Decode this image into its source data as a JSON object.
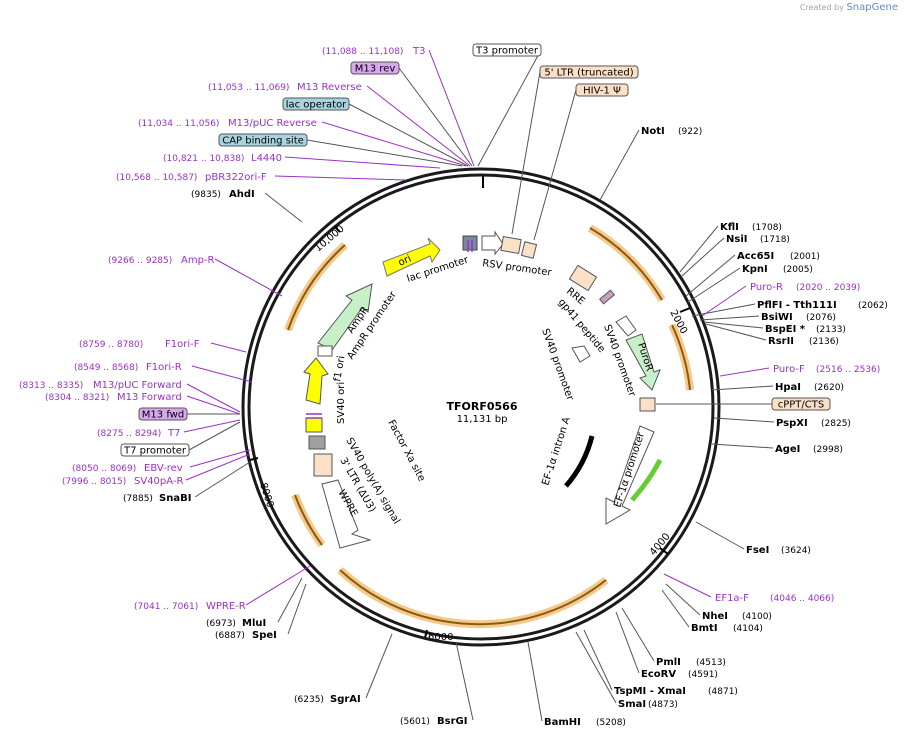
{
  "credit": {
    "prefix": "Created by",
    "brand": "SnapGene"
  },
  "plasmid": {
    "name": "TFORF0566",
    "length": "11,131 bp"
  },
  "ticks": [
    "2000",
    "4000",
    "6000",
    "8000",
    "10,000"
  ],
  "colors": {
    "primer": "#9b30c8",
    "site": "#000000",
    "ring": "#1a1a1a",
    "orf_outline": "#f4c98a",
    "orf_arrow": "#8a5a10"
  },
  "sites": [
    {
      "name": "NotI",
      "pos": "(922)",
      "bold": true
    },
    {
      "name": "KflI",
      "pos": "(1708)",
      "bold": true
    },
    {
      "name": "NsiI",
      "pos": "(1718)",
      "bold": true
    },
    {
      "name": "Acc65I",
      "pos": "(2001)",
      "bold": true
    },
    {
      "name": "KpnI",
      "pos": "(2005)",
      "bold": true
    },
    {
      "name": "PflFI - Tth111I",
      "pos": "(2062)",
      "bold": true
    },
    {
      "name": "BsiWI",
      "pos": "(2076)",
      "bold": true
    },
    {
      "name": "BspEI *",
      "pos": "(2133)",
      "bold": true
    },
    {
      "name": "RsrII",
      "pos": "(2136)",
      "bold": true
    },
    {
      "name": "HpaI",
      "pos": "(2620)",
      "bold": true
    },
    {
      "name": "PspXI",
      "pos": "(2825)",
      "bold": true
    },
    {
      "name": "AgeI",
      "pos": "(2998)",
      "bold": true
    },
    {
      "name": "FseI",
      "pos": "(3624)",
      "bold": true
    },
    {
      "name": "NheI",
      "pos": "(4100)",
      "bold": true
    },
    {
      "name": "BmtI",
      "pos": "(4104)",
      "bold": true
    },
    {
      "name": "PmlI",
      "pos": "(4513)",
      "bold": true
    },
    {
      "name": "EcoRV",
      "pos": "(4591)",
      "bold": true
    },
    {
      "name": "TspMI - XmaI",
      "pos": "(4871)",
      "bold": true
    },
    {
      "name": "SmaI",
      "pos": "(4873)",
      "bold": true
    },
    {
      "name": "BamHI",
      "pos": "(5208)",
      "bold": true
    },
    {
      "name": "BsrGI",
      "pos": "(5601)",
      "bold": true
    },
    {
      "name": "SgrAI",
      "pos": "(6235)",
      "bold": true
    },
    {
      "name": "MluI",
      "pos": "(6973)",
      "bold": true
    },
    {
      "name": "SpeI",
      "pos": "(6887)",
      "bold": true
    },
    {
      "name": "SnaBI",
      "pos": "(7885)",
      "bold": true
    },
    {
      "name": "AhdI",
      "pos": "(9835)",
      "bold": true
    }
  ],
  "primers": [
    {
      "name": "T3",
      "range": "(11,088 .. 11,108)"
    },
    {
      "name": "M13 Reverse",
      "range": "(11,053 .. 11,069)"
    },
    {
      "name": "M13/pUC Reverse",
      "range": "(11,034 .. 11,056)"
    },
    {
      "name": "L4440",
      "range": "(10,821 .. 10,838)"
    },
    {
      "name": "pBR322ori-F",
      "range": "(10,568 .. 10,587)"
    },
    {
      "name": "Amp-R",
      "range": "(9266 .. 9285)"
    },
    {
      "name": "F1ori-F",
      "range": "(8759 .. 8780)"
    },
    {
      "name": "F1ori-R",
      "range": "(8549 .. 8568)"
    },
    {
      "name": "M13/pUC Forward",
      "range": "(8313 .. 8335)"
    },
    {
      "name": "M13 Forward",
      "range": "(8304 .. 8321)"
    },
    {
      "name": "T7",
      "range": "(8275 .. 8294)"
    },
    {
      "name": "EBV-rev",
      "range": "(8050 .. 8069)"
    },
    {
      "name": "SV40pA-R",
      "range": "(7996 .. 8015)"
    },
    {
      "name": "WPRE-R",
      "range": "(7041 .. 7061)"
    },
    {
      "name": "Puro-R",
      "range": "(2020 .. 2039)"
    },
    {
      "name": "Puro-F",
      "range": "(2516 .. 2536)"
    },
    {
      "name": "EF1a-F",
      "range": "(4046 .. 4066)"
    }
  ],
  "boxes": [
    {
      "name": "M13 rev",
      "bg": "#d9a6f0"
    },
    {
      "name": "lac operator",
      "bg": "#a6d4e0"
    },
    {
      "name": "CAP binding site",
      "bg": "#a6d4e0"
    },
    {
      "name": "M13 fwd",
      "bg": "#d9a6f0"
    },
    {
      "name": "T7 promoter",
      "bg": "#ffffff"
    },
    {
      "name": "T3 promoter",
      "bg": "#ffffff"
    },
    {
      "name": "5' LTR (truncated)",
      "bg": "#fbe0c8"
    },
    {
      "name": "HIV-1 Ψ",
      "bg": "#fbe0c8"
    },
    {
      "name": "cPPT/CTS",
      "bg": "#fbe0c8"
    }
  ],
  "features": [
    "ori",
    "lac promoter",
    "RSV promoter",
    "RRE",
    "gp41 peptide",
    "SV40 promoter",
    "PuroR",
    "SV40 promoter",
    "EF-1α intron A",
    "EF-1α promoter",
    "AmpR",
    "AmpR promoter",
    "f1 ori",
    "SV40 ori",
    "Factor Xa site",
    "SV40 poly(A) signal",
    "3' LTR (ΔU3)",
    "WPRE"
  ]
}
